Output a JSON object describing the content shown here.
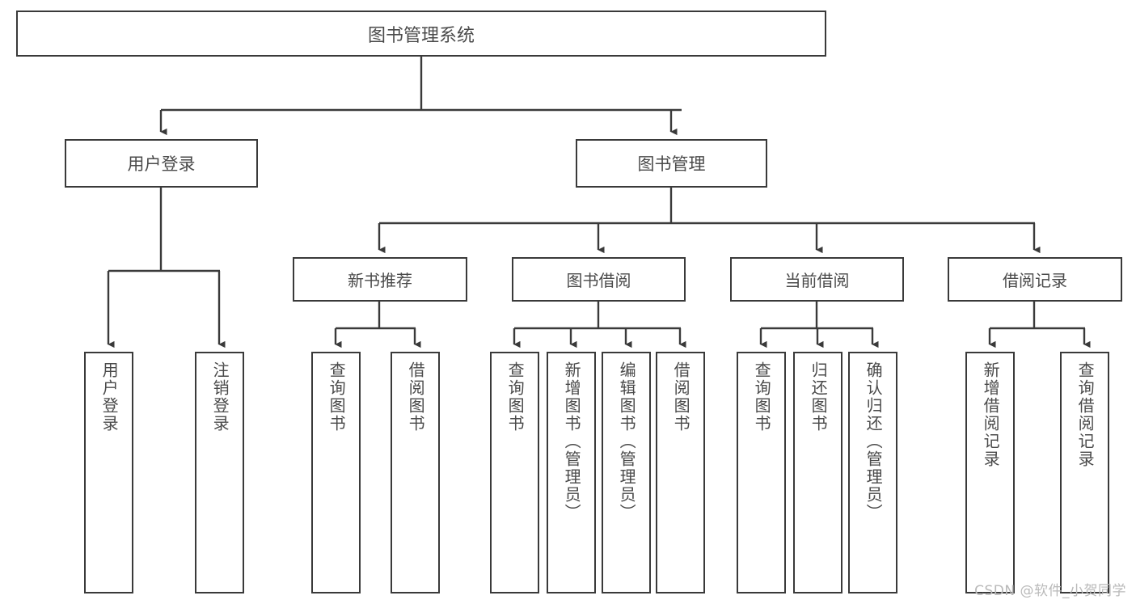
{
  "diagram": {
    "title": "图书管理系统",
    "type": "tree-hierarchy",
    "background_color": "#ffffff",
    "border_color": "#3a3a3a",
    "text_color": "#4a4a4a"
  },
  "root": {
    "label": "图书管理系统"
  },
  "level1": [
    {
      "label": "用户登录"
    },
    {
      "label": "图书管理"
    }
  ],
  "level2": [
    {
      "label": "新书推荐"
    },
    {
      "label": "图书借阅"
    },
    {
      "label": "当前借阅"
    },
    {
      "label": "借阅记录"
    }
  ],
  "leaves": {
    "user_login": [
      {
        "label": "用户登录"
      },
      {
        "label": "注销登录"
      }
    ],
    "new_book_recommend": [
      {
        "label": "查询图书"
      },
      {
        "label": "借阅图书"
      }
    ],
    "book_borrow": [
      {
        "label": "查询图书"
      },
      {
        "label": "新增图书（管理员）"
      },
      {
        "label": "编辑图书（管理员）"
      },
      {
        "label": "借阅图书"
      }
    ],
    "current_borrow": [
      {
        "label": "查询图书"
      },
      {
        "label": "归还图书"
      },
      {
        "label": "确认归还（管理员）"
      }
    ],
    "borrow_record": [
      {
        "label": "新增借阅记录"
      },
      {
        "label": "查询借阅记录"
      }
    ]
  },
  "watermark": {
    "text": "CSDN @软件_小贺同学"
  }
}
